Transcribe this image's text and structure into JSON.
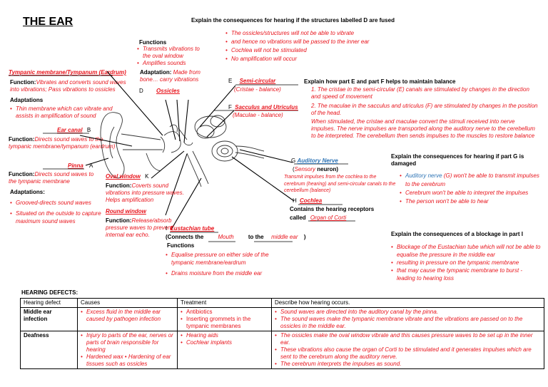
{
  "title": "THE EAR",
  "q_fused": "Explain the consequences for hearing if the structures labelled D are fused",
  "fused_answers": [
    "The ossicles/structures will not be able to vibrate",
    "and hence no vibrations will be passed to the inner ear",
    "Cochlea will not be stimulated",
    "No amplification will occur"
  ],
  "ossicles": {
    "functions_label": "Functions",
    "functions": [
      "Transmits vibrations to the oval window",
      "Amplifies sounds"
    ],
    "adaptation_label": "Adaptation:",
    "adaptation": "Made from bone… carry vibrations",
    "letter": "D",
    "name": "Ossicles"
  },
  "tympanic": {
    "name": "Tympanic membrane/Tympanum (Eardrum)",
    "function_label": "Function:",
    "function": "Vibrates and converts sound waves into vibrations; Pass vibrations to ossicles",
    "adaptations_label": "Adaptations",
    "adaptations": [
      "Thin membrane which can vibrate and assists in amplification of sound"
    ]
  },
  "ear_canal": {
    "name": "Ear canal",
    "letter": "B",
    "function_label": "Function:",
    "function": "Directs sound waves to the tympanic membrane/tympanum (eardrum)"
  },
  "pinna": {
    "name": "Pinna",
    "letter": "A",
    "function_label": "Function:",
    "function": "Directs sound waves to the tympanic membrane",
    "adaptations_label": "Adaptations:",
    "adaptations": [
      "Grooved-directs sound waves",
      "Situated on the outside to capture maximum sound waves"
    ]
  },
  "oval_window": {
    "name": "Oval window",
    "letter": "K",
    "function_label": "Function:",
    "function": "Coverts sound vibrations into pressure waves. Helps amplification"
  },
  "round_window": {
    "name": "Round window",
    "function_label": "Function:",
    "function": "Release/absorb pressure waves to prevent internal ear echo."
  },
  "eustachian": {
    "letter": "I",
    "name": "Eustachian tube",
    "connects_prefix": "(Connects the",
    "connects_a": "Mouth",
    "connects_mid": "to the",
    "connects_b": "middle ear",
    "connects_suffix": ")",
    "functions_label": "Functions",
    "functions": [
      "Equalise pressure on either side of the tympanic membrane/eardrum",
      "Drains moisture from the middle ear"
    ]
  },
  "semicircular": {
    "letter": "E",
    "name": "Semi-circular",
    "sub": "(Cristae - balance)"
  },
  "sacculus": {
    "letter": "F",
    "name": "Sacculus and Utriculus",
    "sub": "(Maculae - balance)"
  },
  "auditory_nerve": {
    "letter": "G",
    "name": "Auditory Nerve",
    "sub_open": "(",
    "sub_word": "Sensory",
    "sub_rest": " neuron)",
    "desc": "Transmit impulses from the cochlea to the cerebrum (hearing) and semi-circular canals to the cerebellum (balance)"
  },
  "cochlea": {
    "letter": "H",
    "name": "Cochlea",
    "contains": "Contains the hearing receptors",
    "called": "called",
    "receptor": "Organ of Corti"
  },
  "q_balance": "Explain how part E and part F helps to maintain balance",
  "balance_answers": [
    "1. The cristae in the semi-circular (E) canals are stimulated by changes in the direction and speed of movement",
    "2. The maculae in the sacculus and utriculus (F) are stimulated by changes in the position of the head.",
    "When stimulated, the cristae and maculae convert the stimuli received into nerve impulses. The nerve impulses are transported along the auditory nerve to the cerebellum to be interpreted. The cerebellum then sends impulses to the muscles to restore balance"
  ],
  "q_damaged": "Explain the consequences for hearing if part G is damaged",
  "damaged_answers": [
    {
      "pre": "",
      "blue": "Auditory nerve",
      "post": " (G) won't be able to transmit impulses to the cerebrum"
    },
    {
      "pre": "Cerebrum won't be able to interpret the impulses",
      "blue": "",
      "post": ""
    },
    {
      "pre": "The person won't be able to hear",
      "blue": "",
      "post": ""
    }
  ],
  "q_blockage": "Explain the consequences of a blockage in part I",
  "blockage_answers": [
    "Blockage of the Eustachian tube which will not be able to equalise the pressure in the middle ear",
    "resulting in pressure on the tympanic membrane",
    "that may cause the tympanic membrane to burst - leading to hearing loss"
  ],
  "defects_title": "HEARING DEFECTS:",
  "defects_headers": [
    "Hearing defect",
    "Causes",
    "Treatment",
    "Describe how hearing occurs."
  ],
  "defects": [
    {
      "name": "Middle ear infection",
      "causes": [
        "Excess fluid in the middle ear caused by pathogen infection"
      ],
      "treatment": [
        "Antibiotics",
        "Inserting grommets in the tympanic membranes"
      ],
      "describe": [
        "Sound waves are directed into the auditory canal by the pinna.",
        "The sound waves make the tympanic membrane vibrate and the vibrations are passed on to the ossicles in the middle ear."
      ]
    },
    {
      "name": "Deafness",
      "causes": [
        "Injury to parts of the ear, nerves or parts of brain responsible for hearing",
        "Hardened wax • Hardening of ear tissues such as ossicles"
      ],
      "treatment": [
        "Hearing aids",
        "Cochlear implants"
      ],
      "describe": [
        "The ossicles make the oval window vibrate and this causes pressure waves to be set up in the inner ear.",
        "These vibrations also cause the organ of Corti to be stimulated and it generates impulses which are sent to the cerebrum along the auditory nerve.",
        "The cerebrum interprets the impulses as sound."
      ]
    }
  ],
  "colors": {
    "answer": "#e8141c",
    "nerve": "#2e74b5",
    "text": "#000000"
  }
}
